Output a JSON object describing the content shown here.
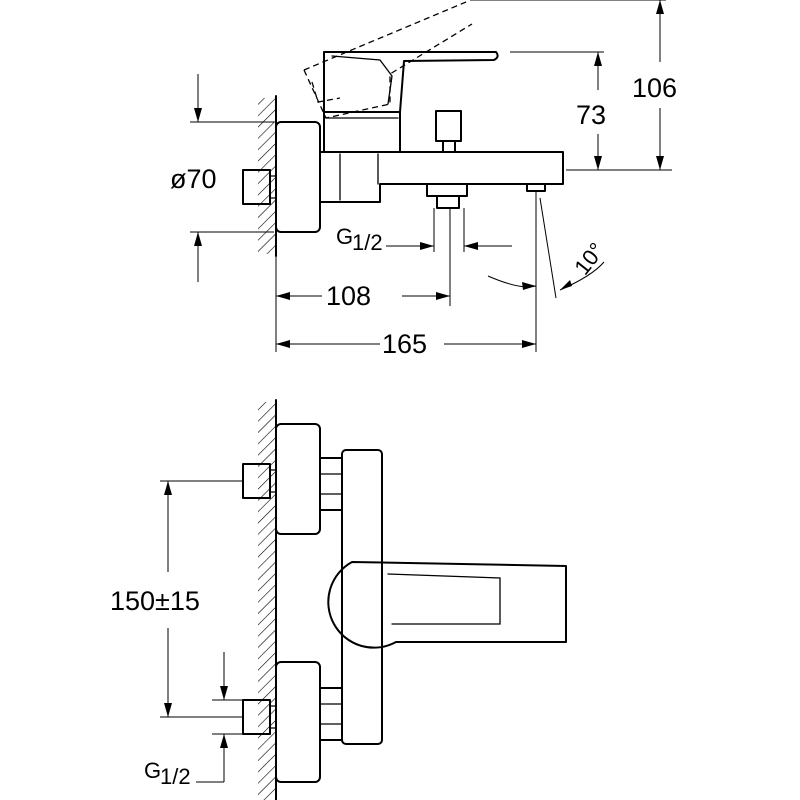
{
  "dimensions": {
    "overall_height": "106",
    "handle_height": "73",
    "flange_diameter": "ø70",
    "thread_side": "G",
    "thread_side_fraction": "1/2",
    "spout_outlet_distance": "108",
    "total_projection": "165",
    "spout_angle": "10°",
    "inlet_centers": "150±15",
    "thread_front": "G",
    "thread_front_fraction": "1/2"
  }
}
